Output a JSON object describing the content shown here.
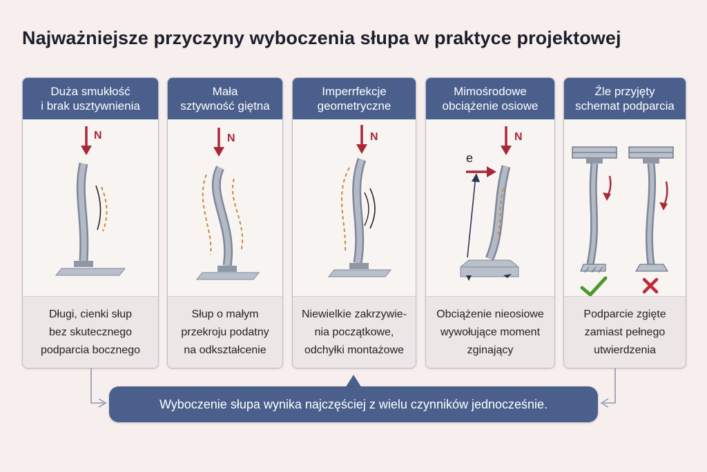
{
  "title": "Najważniejsze przyczyny wyboczenia słupa w praktyce projektowej",
  "cards": [
    {
      "heading": "Duża smukłość\ni brak usztywnienia",
      "load_label": "N",
      "description": "Długi, cienki słup\nbez skutecznego\npodparcia bocznego"
    },
    {
      "heading": "Mała\nsztywność giętna",
      "load_label": "N",
      "description": "Słup o małym\nprzekroju podatny\nna odkształcenie"
    },
    {
      "heading": "Imperrfekcje\ngeometryczne",
      "load_label": "N",
      "description": "Niewielkie zakrzywie-\nnia początkowe,\nodchyłki montażowe"
    },
    {
      "heading": "Mimośrodowe\nobciążenie osiowe",
      "load_label": "N",
      "eccentricity_label": "e",
      "description": "Obciążenie nieosiowe\nwywołujące moment\nzginający"
    },
    {
      "heading": "Źle przyjęty\nschemat podparcia",
      "description": "Podparcie zgięte\nzamiast pełnego\nutwierdzenia"
    }
  ],
  "summary": "Wyboczenie słupa wynika najczęściej z wielu czynników jednocześnie.",
  "colors": {
    "header": "#4b5f8c",
    "load_arrow": "#a8283a",
    "column": "#9aa3b2",
    "deflection": "#c98a3c",
    "ok": "#4a9a2e",
    "wrong": "#c0283a"
  },
  "icons": [
    "load-arrow-icon",
    "check-icon",
    "cross-icon"
  ]
}
